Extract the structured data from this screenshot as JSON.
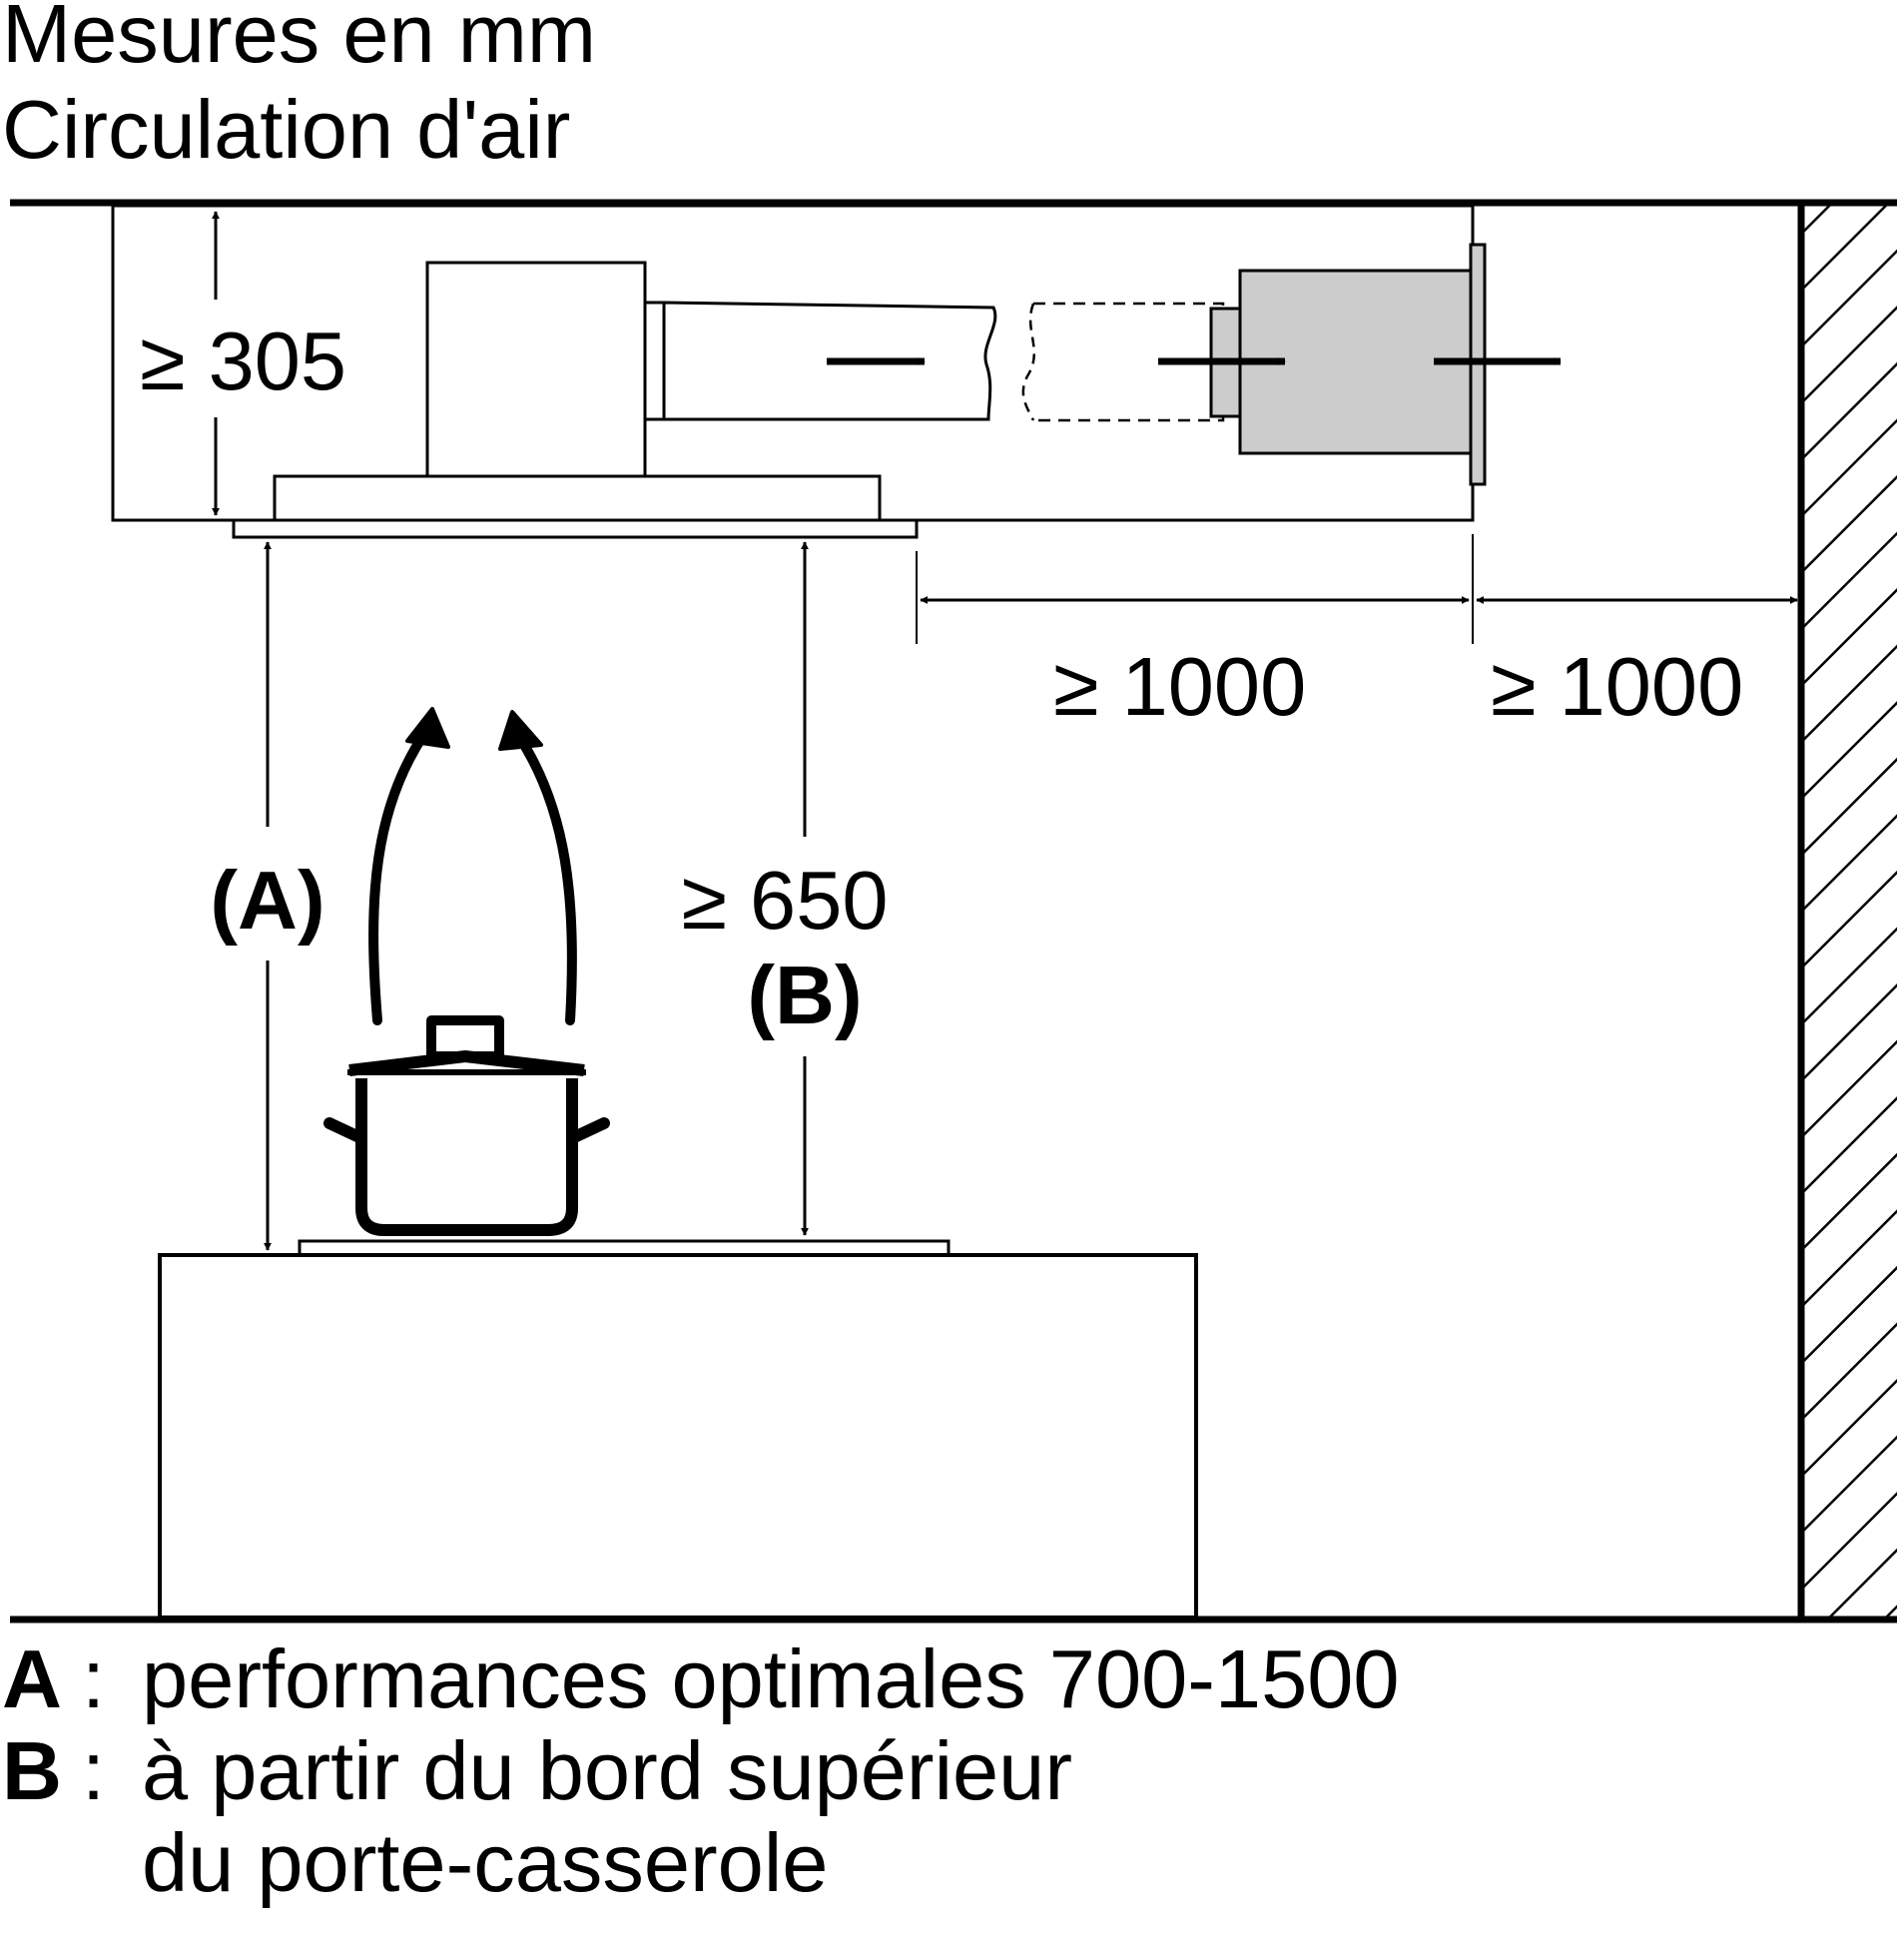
{
  "title": {
    "line1": "Mesures en mm",
    "line2": "Circulation d'air"
  },
  "dimensions": {
    "hood_height": "≥ 305",
    "duct_distance": "≥ 1000",
    "wall_distance": "≥ 1000",
    "min_height": "≥ 650",
    "label_a": "(A)",
    "label_b": "(B)"
  },
  "legend": {
    "a_key": "A",
    "a_sep": ":",
    "a_text": "performances optimales 700-1500",
    "b_key": "B",
    "b_sep": ":",
    "b_text_line1": "à partir du bord supérieur",
    "b_text_line2": "du porte-casserole"
  },
  "colors": {
    "line": "#000000",
    "filter_fill": "#cccccc",
    "background": "#ffffff"
  }
}
